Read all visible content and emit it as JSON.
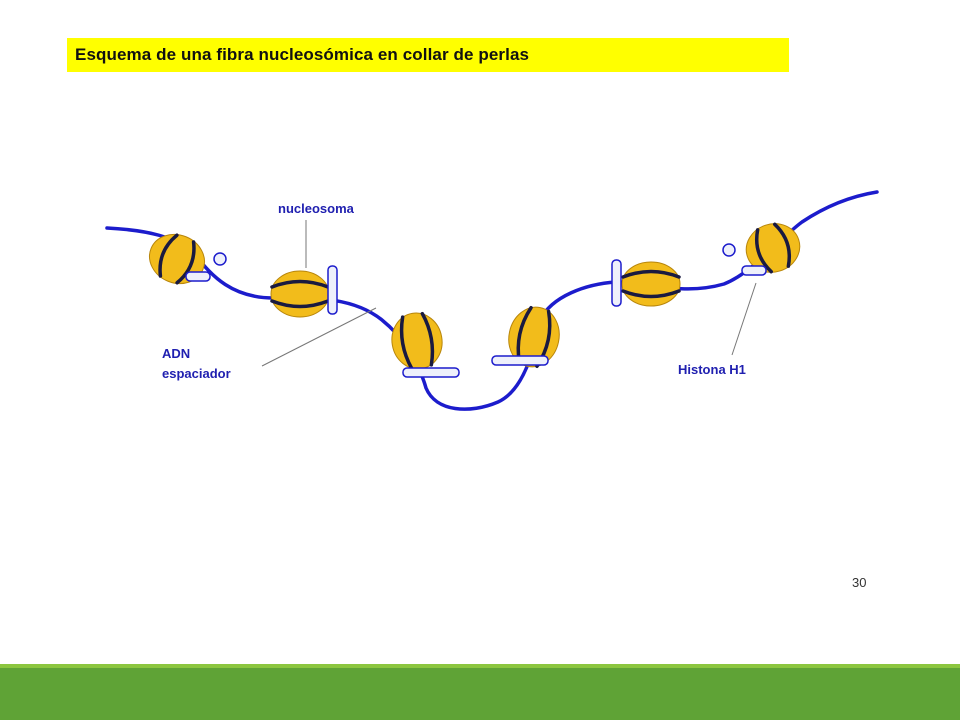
{
  "slide": {
    "title": "Esquema de una fibra nucleosómica en collar de perlas",
    "page_number": "30"
  },
  "labels": {
    "nucleosome": "nucleosoma",
    "spacer_line1": "ADN",
    "spacer_line2": "espaciador",
    "histone": "Histona H1"
  },
  "colors": {
    "title_background": "#ffff00",
    "dna_strand": "#1c1ccc",
    "nucleosome_fill": "#f2bc1b",
    "nucleosome_band": "#1a1a40",
    "histone_fill": "#eef0fb",
    "label_text": "#2020b0",
    "footer_band": "#5fa336",
    "footer_line": "#8cc63f"
  }
}
